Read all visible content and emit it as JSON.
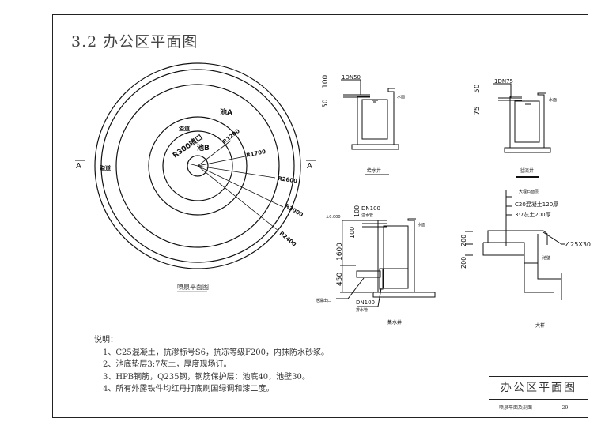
{
  "title": "3.2 办公区平面图",
  "plan": {
    "caption": "喷泉平面图",
    "section_mark": "A",
    "labels": {
      "zone_a": "池A",
      "zone_b": "池B",
      "channel_1": "溢道",
      "channel_2": "溢道"
    },
    "dimensions": [
      "R300喷口",
      "R1200",
      "R1700",
      "R2600",
      "R3000",
      "R2400"
    ]
  },
  "details": {
    "d1": {
      "pipe": "1DN50",
      "dims": [
        "100",
        "50"
      ],
      "label": "水面",
      "caption": "给水井"
    },
    "d2": {
      "pipe": "1DN75",
      "dims": [
        "50",
        "75"
      ],
      "label": "水面",
      "caption": "溢流井"
    },
    "d3": {
      "pipe_top": "DN100",
      "pipe_top_label": "溢水管",
      "elev": "±0.000",
      "dims": [
        "100",
        "100",
        "1600",
        "450"
      ],
      "pipe_bottom": "DN100",
      "pipe_bottom_label": "排水管",
      "left_label": "泄漏出口",
      "label": "水面",
      "caption": "集水井"
    },
    "d4": {
      "layers": [
        "大理石面层",
        "C20混凝土120厚",
        "3:7灰土200厚"
      ],
      "dims": [
        "200",
        "200"
      ],
      "edge": "∠25X30",
      "label": "池壁",
      "caption": "大样"
    }
  },
  "notes": {
    "heading": "说明：",
    "items": [
      "1、C25混凝土，抗渗标号S6，抗冻等级F200，内抹防水砂浆。",
      "2、池底垫层3:7灰土，厚度现场订。",
      "3、HPB钢筋，Q235钢，钢筋保护层：池底40，池壁30。",
      "4、所有外露铁件均红丹打底刷国绿调和漆二度。"
    ]
  },
  "title_block": {
    "title": "办公区平面图",
    "drawing_name": "喷泉平面及剖面",
    "page": "29"
  }
}
